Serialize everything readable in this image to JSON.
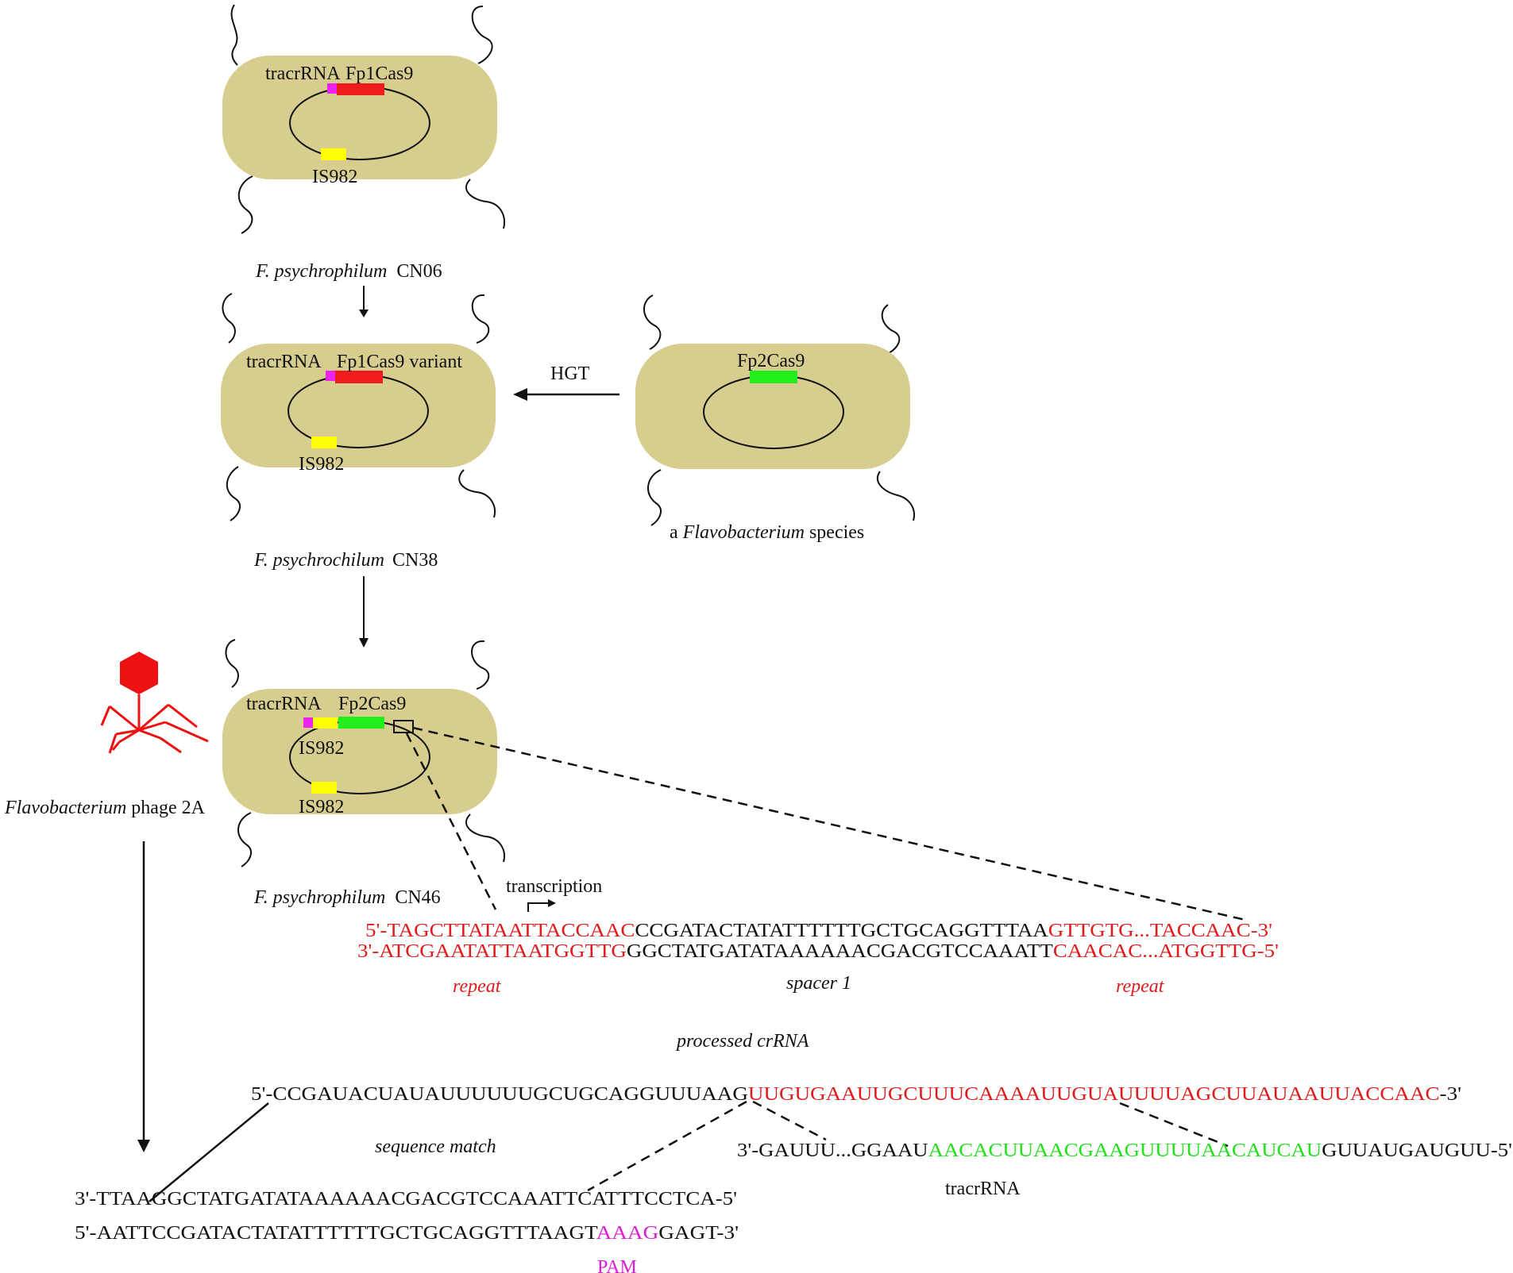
{
  "colors": {
    "cell": "#d6cd8f",
    "cas_red": "#ee1c1c",
    "cas_green": "#22ee1c",
    "is_yellow": "#ffff00",
    "tracr_magenta": "#ee22ee",
    "phage_red": "#ee1111",
    "repeat_text": "#e01b1b",
    "match_green": "#22e01b",
    "pam_magenta": "#e01bd8"
  },
  "cell1": {
    "tracr": "tracrRNA",
    "cas": "Fp1Cas9",
    "is": "IS982",
    "strain_species": "F. psychrophilum",
    "strain_id": "CN06"
  },
  "cell2": {
    "tracr": "tracrRNA",
    "cas": "Fp1Cas9 variant",
    "is": "IS982",
    "strain_species": "F. psychrochilum",
    "strain_id": "CN38"
  },
  "donor": {
    "cas": "Fp2Cas9",
    "label_prefix": "a ",
    "label_genus": "Flavobacterium",
    "label_suffix": " species"
  },
  "hgt": "HGT",
  "cell3": {
    "tracr": "tracrRNA",
    "cas": "Fp2Cas9",
    "is_a": "IS982",
    "is_b": "IS982",
    "strain_species": "F. psychrophilum",
    "strain_id": "CN46"
  },
  "phage": {
    "genus": "Flavobacterium",
    "suffix": " phage 2A"
  },
  "transcription": "transcription",
  "locus": {
    "top": {
      "a": "5'-TAGCTTATAATTACCAAC",
      "b": "CCGATACTATATTTTTTGCTGCAGGTTTAA",
      "c": "GTTGTG...TACCAAC-3'"
    },
    "bottom": {
      "a": "3'-ATCGAATATTAATGGTTG",
      "b": "GGCTATGATATAAAAAACGACGTCCAAATT",
      "c": "CAACAC...ATGGTTG-5'"
    },
    "repeat_left": "repeat",
    "spacer": "spacer 1",
    "repeat_right": "repeat"
  },
  "crrna": {
    "title": "processed crRNA",
    "a": "5'-CCGAUACUAUAUUUUUUGCUGCAGGUUUAAG",
    "b": "UUGUGAAUUGCUUUCAAAAUUGUAUUUUAGCUUAUAAUUACCAAC",
    "c": "-3'"
  },
  "tracr_seq": {
    "a": "3'-GAUUU...GGAAU",
    "b": "AACACUUAACGAAGUUUUAACAUCAU",
    "c": "GUUAUGAUGUU-5'",
    "label": "tracrRNA"
  },
  "sequence_match": "sequence match",
  "target": {
    "line1": "3'-TTAAGGCTATGATATAAAAAACGACGTCCAAATTCATTTCCTCA-5'",
    "line2_a": "5'-AATTCCGATACTATATTTTTTGCTGCAGGTTTAAGT",
    "line2_b": "AAAG",
    "line2_c": "GAGT-3'",
    "pam": "PAM"
  }
}
